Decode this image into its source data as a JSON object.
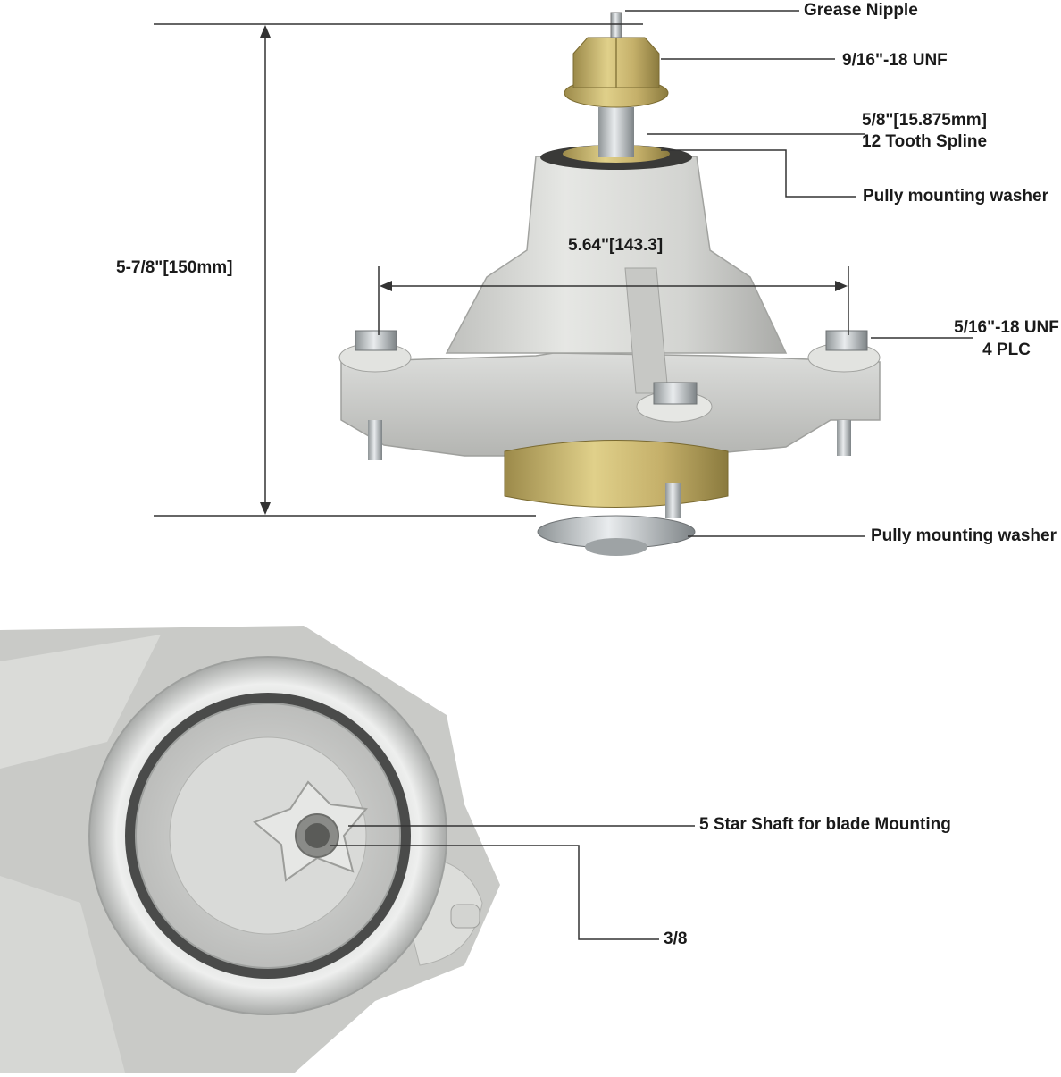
{
  "labels": {
    "grease_nipple": "Grease Nipple",
    "nut_thread": "9/16\"-18 UNF",
    "spline_line1": "5/8\"[15.875mm]",
    "spline_line2": "12 Tooth Spline",
    "washer_top": "Pully mounting washer",
    "width_dim": "5.64\"[143.3]",
    "height_dim": "5-7/8\"[150mm]",
    "bolt_line1": "5/16\"-18 UNF",
    "bolt_line2": "4 PLC",
    "washer_bottom": "Pully mounting washer",
    "star_shaft": "5 Star Shaft for blade Mounting",
    "thread_size": "3/8"
  }
}
